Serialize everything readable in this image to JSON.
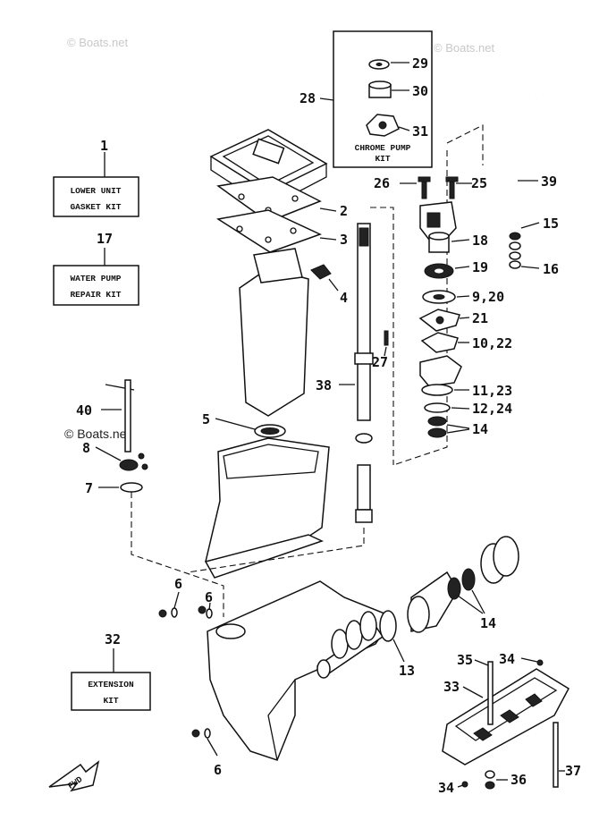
{
  "watermarks": [
    "© Boats.net",
    "© Boats.net",
    "© Boats.net"
  ],
  "kit_boxes": {
    "gasket_kit": {
      "line1": "LOWER UNIT",
      "line2": "GASKET KIT"
    },
    "water_pump": {
      "line1": "WATER PUMP",
      "line2": "REPAIR KIT"
    },
    "chrome_pump": {
      "line1": "CHROME PUMP",
      "line2": "KIT"
    },
    "extension": {
      "line1": "EXTENSION",
      "line2": "KIT"
    }
  },
  "forward_arrow": "FWD",
  "callouts": {
    "c1": "1",
    "c2": "2",
    "c3": "3",
    "c4": "4",
    "c5": "5",
    "c6a": "6",
    "c6b": "6",
    "c6c": "6",
    "c7": "7",
    "c8": "8",
    "c9_20": "9,20",
    "c10_22": "10,22",
    "c11_23": "11,23",
    "c12_24": "12,24",
    "c13": "13",
    "c14a": "14",
    "c14b": "14",
    "c15": "15",
    "c16": "16",
    "c17": "17",
    "c18": "18",
    "c19": "19",
    "c21": "21",
    "c25": "25",
    "c26": "26",
    "c27": "27",
    "c28": "28",
    "c29": "29",
    "c30": "30",
    "c31": "31",
    "c32": "32",
    "c33": "33",
    "c34a": "34",
    "c34b": "34",
    "c35": "35",
    "c36": "36",
    "c37": "37",
    "c38": "38",
    "c39": "39",
    "c40": "40"
  }
}
